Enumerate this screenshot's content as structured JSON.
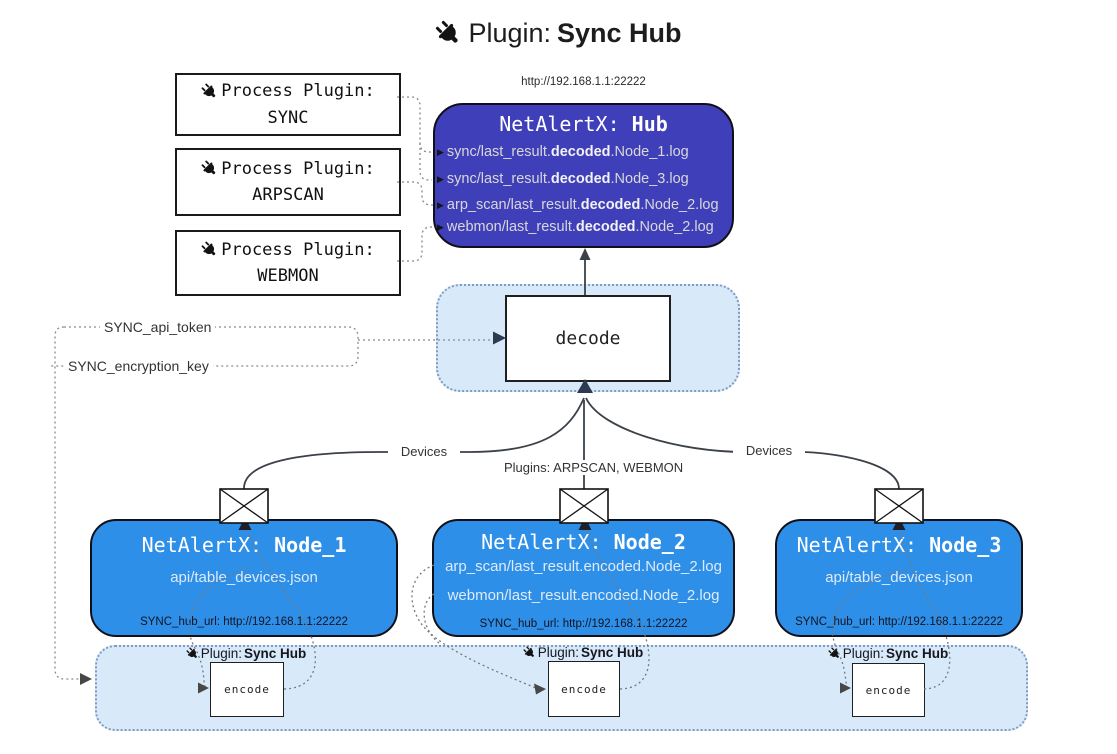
{
  "title": {
    "prefix": "Plugin:",
    "name": "Sync Hub"
  },
  "hub": {
    "url": "http://192.168.1.1:22222",
    "title_prefix": "NetAlertX:",
    "title_name": "Hub",
    "lines": [
      {
        "prefix": "sync/last_result.",
        "bold": "decoded",
        "suffix": ".Node_1.log"
      },
      {
        "prefix": "sync/last_result.",
        "bold": "decoded",
        "suffix": ".Node_3.log"
      },
      {
        "prefix": "arp_scan/last_result.",
        "bold": "decoded",
        "suffix": ".Node_2.log"
      },
      {
        "prefix": "webmon/last_result.",
        "bold": "decoded",
        "suffix": ".Node_2.log"
      }
    ]
  },
  "process_plugins": [
    {
      "label": "Process Plugin:",
      "name": "SYNC"
    },
    {
      "label": "Process Plugin:",
      "name": "ARPSCAN"
    },
    {
      "label": "Process Plugin:",
      "name": "WEBMON"
    }
  ],
  "decode": {
    "label": "decode"
  },
  "labels": {
    "sync_api_token": "SYNC_api_token",
    "sync_encryption_key": "SYNC_encryption_key",
    "devices_left": "Devices",
    "devices_right": "Devices",
    "plugins_center": "Plugins: ARPSCAN, WEBMON"
  },
  "nodes": [
    {
      "title_prefix": "NetAlertX:",
      "title_name": "Node_1",
      "lines": [
        "api/table_devices.json"
      ],
      "hub_url": "SYNC_hub_url: http://192.168.1.1:22222"
    },
    {
      "title_prefix": "NetAlertX:",
      "title_name": "Node_2",
      "lines": [
        "arp_scan/last_result.encoded.Node_2.log",
        "webmon/last_result.encoded.Node_2.log"
      ],
      "hub_url": "SYNC_hub_url: http://192.168.1.1:22222"
    },
    {
      "title_prefix": "NetAlertX:",
      "title_name": "Node_3",
      "lines": [
        "api/table_devices.json"
      ],
      "hub_url": "SYNC_hub_url: http://192.168.1.1:22222"
    }
  ],
  "encoders": [
    {
      "plugin_prefix": "Plugin:",
      "plugin_name": "Sync Hub",
      "box_label": "encode"
    },
    {
      "plugin_prefix": "Plugin:",
      "plugin_name": "Sync Hub",
      "box_label": "encode"
    },
    {
      "plugin_prefix": "Plugin:",
      "plugin_name": "Sync Hub",
      "box_label": "encode"
    }
  ],
  "colors": {
    "hub": "#3f3fba",
    "node": "#2e8fe8",
    "panel": "#d8e9f9",
    "panel_border": "#7d9cc4",
    "line": "#3b4149"
  }
}
